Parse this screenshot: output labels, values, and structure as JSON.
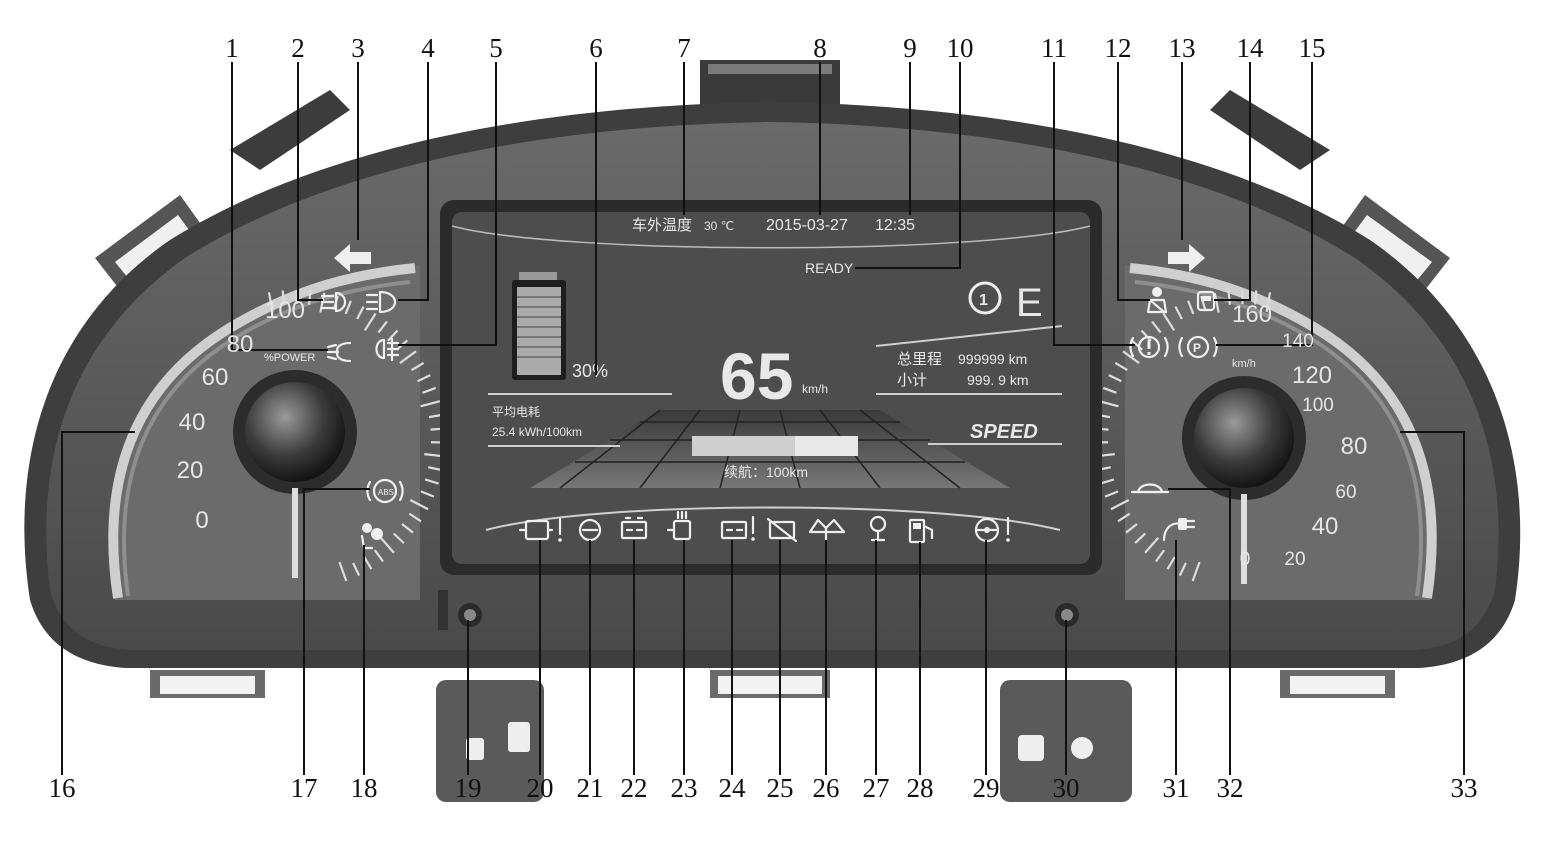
{
  "callouts": {
    "top": [
      "1",
      "2",
      "3",
      "4",
      "5",
      "6",
      "7",
      "8",
      "9",
      "10",
      "11",
      "12",
      "13",
      "14",
      "15"
    ],
    "bottom": [
      "16",
      "17",
      "18",
      "19",
      "20",
      "21",
      "22",
      "23",
      "24",
      "25",
      "26",
      "27",
      "28",
      "29",
      "30",
      "31",
      "32",
      "33"
    ]
  },
  "left_gauge": {
    "ticks": [
      "100",
      "80",
      "60",
      "40",
      "20",
      "0"
    ],
    "unit": "%POWER"
  },
  "right_gauge": {
    "ticks": [
      "160",
      "140",
      "120",
      "100",
      "80",
      "60",
      "40",
      "20",
      "0"
    ],
    "unit": "km/h"
  },
  "lcd": {
    "outside_temp_label": "车外温度",
    "outside_temp_value": "30 ℃",
    "date": "2015-03-27",
    "time": "12:35",
    "ready": "READY",
    "battery_pct": "30%",
    "avg_consumption_label": "平均电耗",
    "avg_consumption_value": "25.4 kWh/100km",
    "speed": "65",
    "speed_unit": "km/h",
    "odo_label": "总里程",
    "odo_value": "999999 km",
    "trip_label": "小计",
    "trip_value": "999. 9 km",
    "gear": "E",
    "drive_mode_num": "1",
    "mode_logo": "SPEED",
    "range": "续航：100km"
  },
  "icons": {
    "abs_text": "ABS",
    "parking_text": "P"
  }
}
